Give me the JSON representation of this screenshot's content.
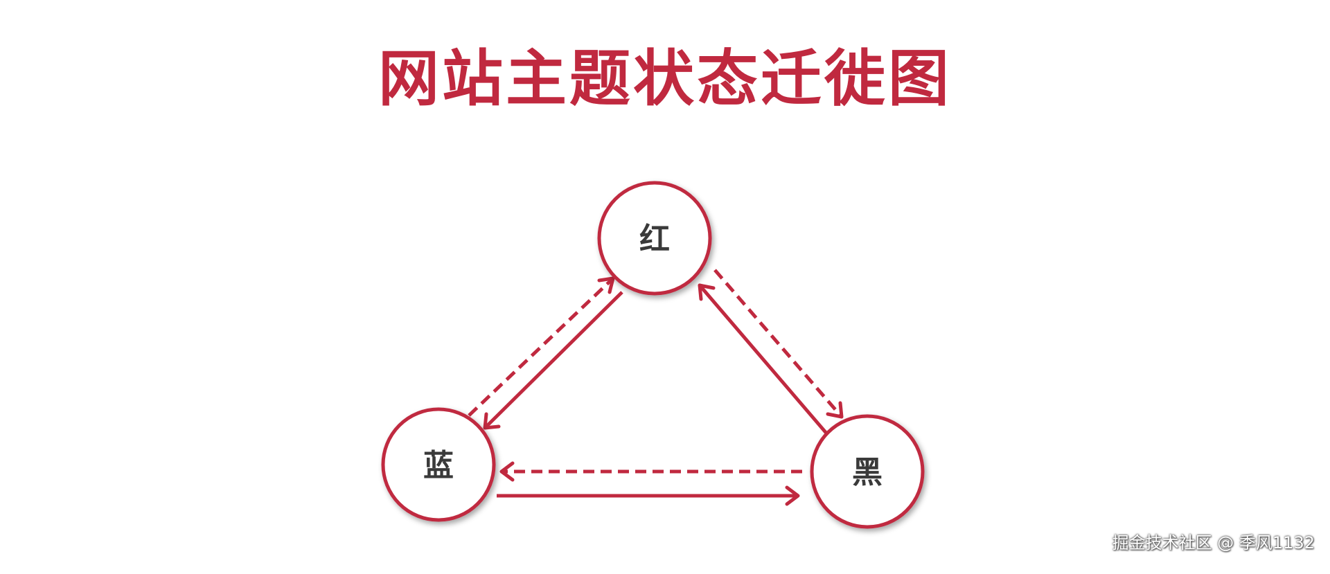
{
  "title": "网站主题状态迁徙图",
  "colors": {
    "accent": "#c0293f",
    "node_fill": "#ffffff",
    "label": "#3a3a3a"
  },
  "nodes": {
    "red": {
      "label": "红"
    },
    "blue": {
      "label": "蓝"
    },
    "black": {
      "label": "黑"
    }
  },
  "edges": [
    {
      "from": "blue",
      "to": "red",
      "style": "dashed"
    },
    {
      "from": "red",
      "to": "blue",
      "style": "solid"
    },
    {
      "from": "red",
      "to": "black",
      "style": "dashed"
    },
    {
      "from": "black",
      "to": "red",
      "style": "solid"
    },
    {
      "from": "black",
      "to": "blue",
      "style": "dashed"
    },
    {
      "from": "blue",
      "to": "black",
      "style": "solid"
    }
  ],
  "watermark": "掘金技术社区 @ 季风1132"
}
